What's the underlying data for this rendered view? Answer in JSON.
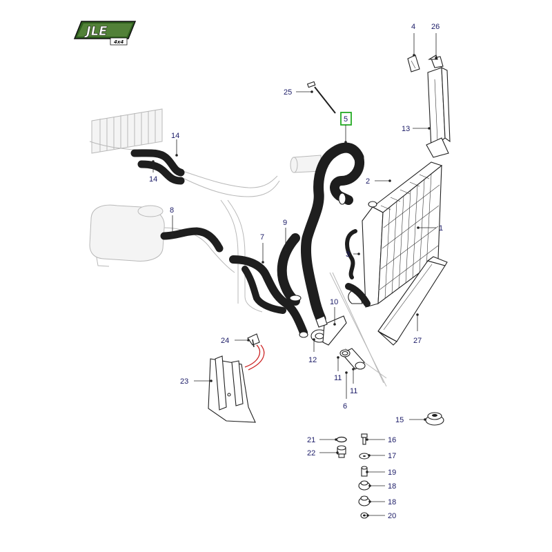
{
  "logo": {
    "brand": "JLE",
    "sub": "4x4"
  },
  "colors": {
    "highlight": "#22aa22",
    "callout_text": "#1a1a66",
    "strap": "#cc2222",
    "logo_green": "#2e5e1e"
  },
  "callouts": {
    "c1": "1",
    "c2": "2",
    "c3": "3",
    "c4": "4",
    "c5": "5",
    "c6": "6",
    "c7": "7",
    "c8": "8",
    "c9": "9",
    "c10": "10",
    "c11a": "11",
    "c11b": "11",
    "c12": "12",
    "c13": "13",
    "c14a": "14",
    "c14b": "14",
    "c15": "15",
    "c16": "16",
    "c17": "17",
    "c18a": "18",
    "c18b": "18",
    "c19": "19",
    "c20": "20",
    "c21": "21",
    "c22": "22",
    "c23": "23",
    "c24": "24",
    "c25": "25",
    "c26": "26",
    "c27": "27"
  },
  "highlighted_part": "5"
}
